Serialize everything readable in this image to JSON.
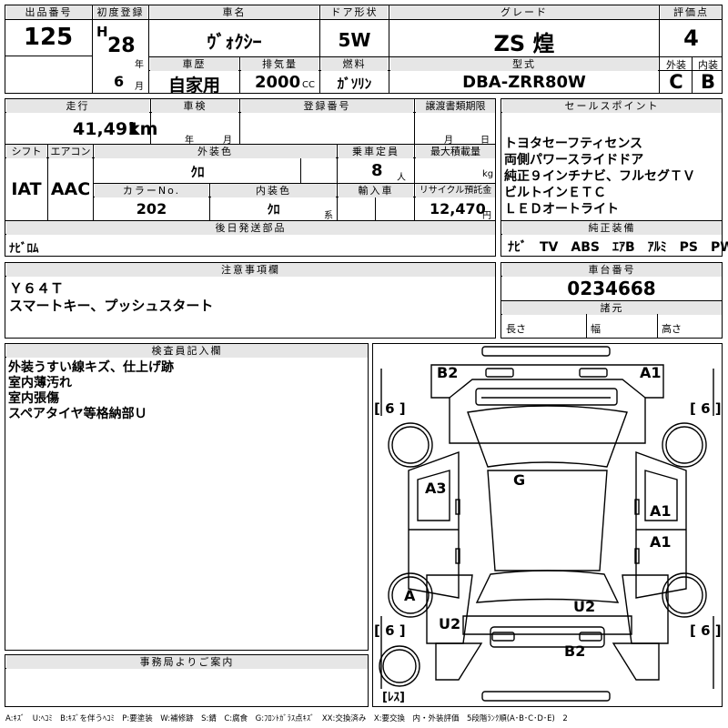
{
  "labels": {
    "lot_no": "出品番号",
    "first_reg": "初度登録",
    "car_name": "車名",
    "door": "ドア形状",
    "grade": "グレード",
    "score": "評価点",
    "history": "車歴",
    "displacement": "排気量",
    "fuel": "燃料",
    "model": "型式",
    "exterior": "外装",
    "interior": "内装",
    "mileage": "走行",
    "inspection": "車検",
    "reg_no": "登録番号",
    "transfer_deadline": "譲渡書類期限",
    "sales_point": "セールスポイント",
    "shift": "シフト",
    "aircon": "エアコン",
    "ext_color": "外装色",
    "capacity": "乗車定員",
    "max_load": "最大積載量",
    "color_no": "カラーNo.",
    "int_color": "内装色",
    "import": "輸入車",
    "recycle": "リサイクル預託金",
    "later_parts": "後日発送部品",
    "genuine_equipment": "純正装備",
    "notes": "注意事項欄",
    "chassis_no": "車台番号",
    "specs": "諸元",
    "length": "長さ",
    "width": "幅",
    "height": "高さ",
    "inspector_notes": "検査員記入欄",
    "office_info": "事務局よりご案内",
    "year_unit": "年",
    "month_unit": "月",
    "cc": "CC",
    "km": "km",
    "persons": "人",
    "kg": "kg",
    "yen": "円",
    "kei": "系",
    "era": "H"
  },
  "vehicle": {
    "lot_number": "125",
    "first_reg_year": "28",
    "first_reg_month": "6",
    "car_name": "ｳﾞｫｸｼｰ",
    "door_type": "5W",
    "grade": "ZS 煌",
    "overall_score": "4",
    "history": "自家用",
    "displacement": "2000",
    "fuel": "ｶﾞｿﾘﾝ",
    "model_code": "DBA-ZRR80W",
    "exterior_grade": "C",
    "interior_grade": "B",
    "mileage": "41,491",
    "shift": "IAT",
    "aircon": "AAC",
    "ext_color": "ｸﾛ",
    "capacity": "8",
    "color_no": "202",
    "int_color": "ｸﾛ",
    "recycle_fee": "12,470",
    "later_parts": "ﾅﾋﾞﾛﾑ",
    "genuine_equipment": "ﾅﾋﾞ　TV　ABS　ｴｱB　ｱﾙﾐ　PS　PW",
    "chassis_number": "0234668"
  },
  "sales_points": [
    "トヨタセーフティセンス",
    "両側パワースライドドア",
    "純正９インチナビ、フルセグＴＶ",
    "ビルトインＥＴＣ",
    "ＬＥＤオートライト"
  ],
  "notes_lines": [
    "Ｙ６４Ｔ",
    "スマートキー、プッシュスタート"
  ],
  "inspector_lines": [
    "外装うすい線キズ、仕上げ跡",
    "室内薄汚れ",
    "室内張傷",
    "スペアタイヤ等格納部Ｕ"
  ],
  "diagram": {
    "marks": [
      "B2",
      "A1",
      "A3",
      "G",
      "A1",
      "A1",
      "A",
      "U2",
      "U2",
      "B2"
    ],
    "tire_tl": "[ 6 ]",
    "tire_tr": "[ 6 ]",
    "tire_bl": "[ 6 ]",
    "tire_br": "[ 6 ]",
    "spare": "[ﾚｽ]"
  },
  "legend": "A:ｷｽﾞ　U:ﾍｺﾐ　B:ｷｽﾞを伴うﾍｺﾐ　P:要塗装　W:補修跡　S:錆　C:腐食　G:ﾌﾛﾝﾄｶﾞﾗｽ点ｷｽﾞ　XX:交換済み　X:要交換　内・外装評価　5段階ﾗﾝｸ順(A･B･C･D･E)　2"
}
